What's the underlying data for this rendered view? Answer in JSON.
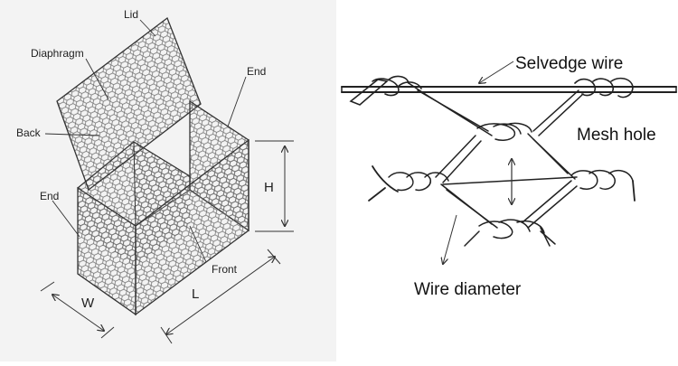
{
  "gabion_box": {
    "labels": {
      "lid": "Lid",
      "diaphragm": "Diaphragm",
      "end_right": "End",
      "back": "Back",
      "end_left": "End",
      "front": "Front",
      "height": "H",
      "width": "W",
      "length": "L"
    }
  },
  "mesh_detail": {
    "labels": {
      "selvedge_wire": "Selvedge wire",
      "mesh_hole": "Mesh hole",
      "wire_diameter": "Wire diameter"
    }
  },
  "colors": {
    "left_background": "#f3f3f3",
    "line": "#333333",
    "mesh": "#6a6a6a"
  }
}
